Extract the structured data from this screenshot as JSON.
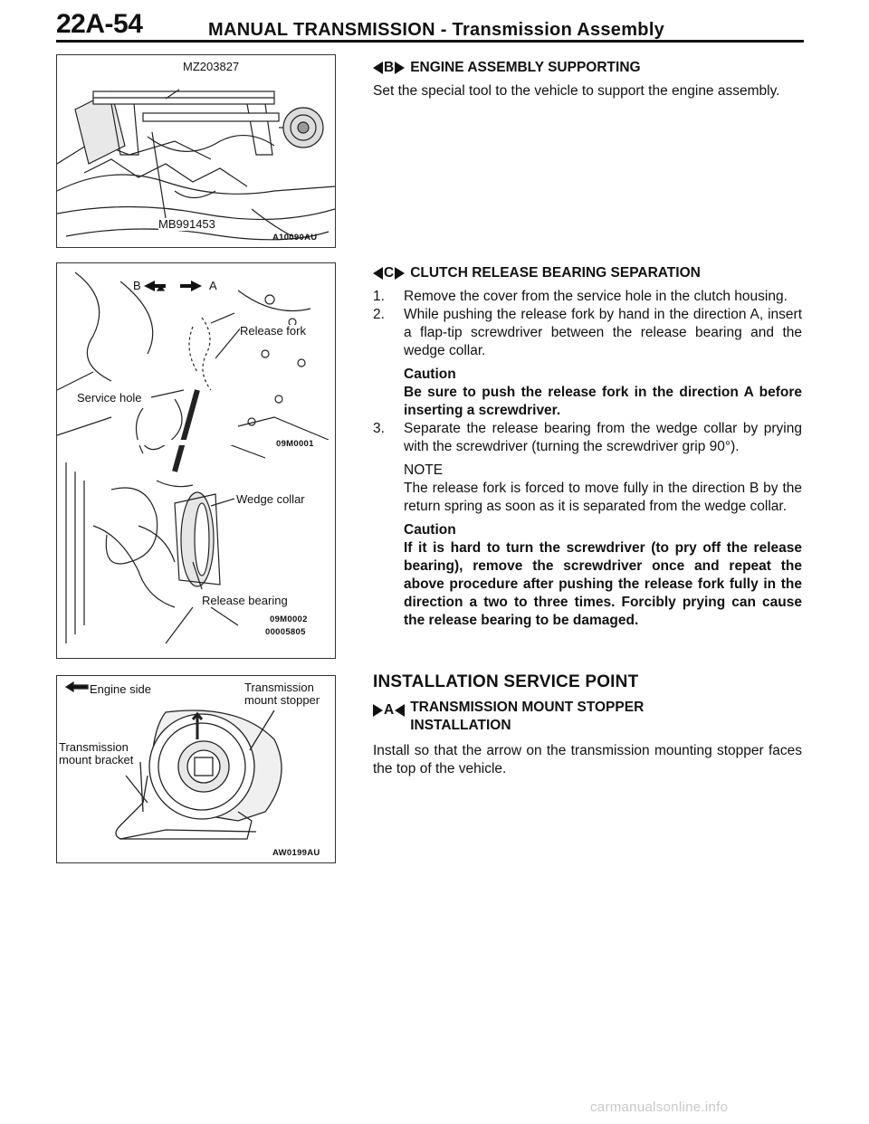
{
  "header": {
    "page_number": "22A-54",
    "title": "MANUAL TRANSMISSION - Transmission Assembly"
  },
  "figures": {
    "fig1": {
      "label_top": "MZ203827",
      "label_bottom": "MB991453",
      "code": "A10090AU"
    },
    "fig2": {
      "label_b": "B",
      "label_a": "A",
      "release_fork": "Release fork",
      "service_hole": "Service hole",
      "code_upper": "09M0001",
      "wedge_collar": "Wedge collar",
      "release_bearing": "Release bearing",
      "code_lower_1": "09M0002",
      "code_lower_2": "00005805"
    },
    "fig3": {
      "engine_side": "Engine side",
      "mount_stopper": "Transmission\nmount  stopper",
      "mount_bracket": "Transmission\nmount bracket",
      "code": "AW0199AU"
    }
  },
  "section_b": {
    "marker_letter": "B",
    "heading": "ENGINE ASSEMBLY SUPPORTING",
    "body": "Set the special tool to the vehicle to support the engine assembly."
  },
  "section_c": {
    "marker_letter": "C",
    "heading": "CLUTCH RELEASE BEARING SEPARATION",
    "step1_num": "1.",
    "step1_text": "Remove the cover from the service hole in the clutch housing.",
    "step2_num": "2.",
    "step2_text": "While pushing the release fork by hand in the direction A, insert a flap-tip screwdriver between the release bearing and the wedge collar.",
    "caution1_head": "Caution",
    "caution1_text": "Be sure to push the release fork in the direction A before inserting a screwdriver.",
    "step3_num": "3.",
    "step3_text": "Separate the release bearing from the wedge collar by prying with the screwdriver (turning the screwdriver grip 90°).",
    "note_head": "NOTE",
    "note_text": "The release fork is forced to move fully in the direction B by the return spring as soon as it is separated from the wedge collar.",
    "caution2_head": "Caution",
    "caution2_text": "If it is hard to turn the screwdriver (to pry off the release bearing), remove the screwdriver once and repeat the above procedure after pushing the release fork fully in the direction a two to three times. Forcibly prying can cause the release bearing to be damaged."
  },
  "installation": {
    "heading": "INSTALLATION SERVICE POINT",
    "marker_letter": "A",
    "sub_heading_line1": "TRANSMISSION MOUNT STOPPER",
    "sub_heading_line2": "INSTALLATION",
    "body": "Install so that the arrow on the transmission mounting stopper faces the top of the vehicle."
  },
  "watermark": "carmanualsonline.info"
}
